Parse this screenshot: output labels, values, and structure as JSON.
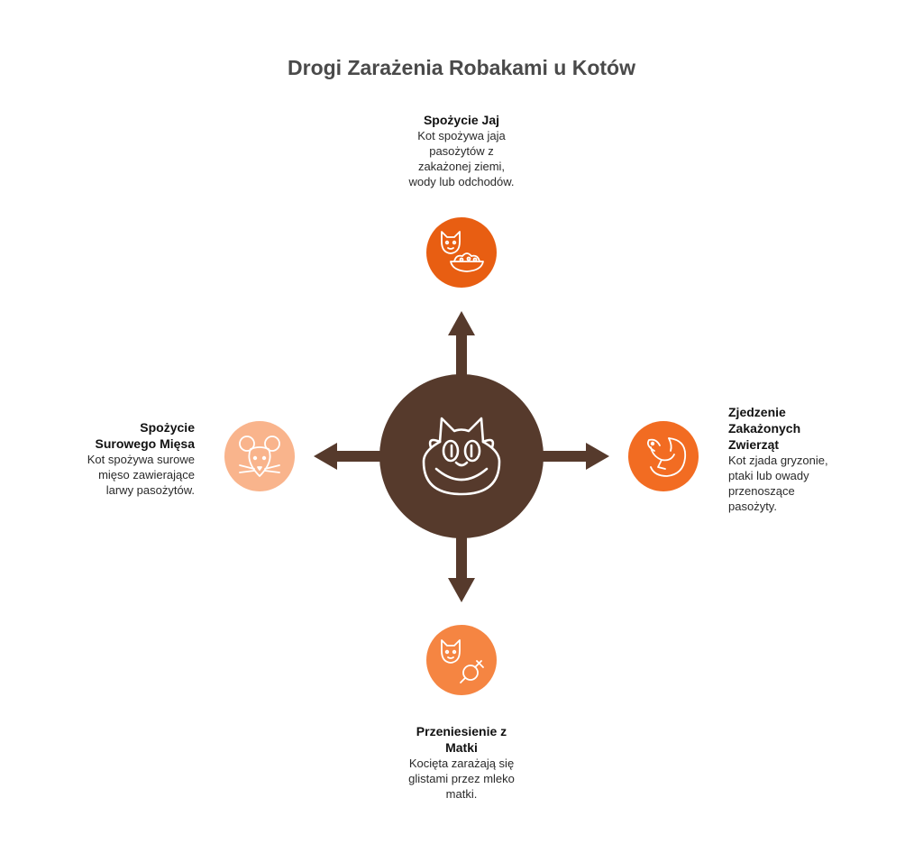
{
  "title": "Drogi Zarażenia Robakami u Kotów",
  "colors": {
    "center_circle": "#563a2c",
    "arrow": "#563a2c",
    "top_node": "#e85e12",
    "right_node": "#f26c22",
    "bottom_node": "#f58542",
    "left_node": "#f9b48c",
    "icon_stroke": "#ffffff"
  },
  "center": {
    "icon": "cat-face-icon"
  },
  "nodes": {
    "top": {
      "title": "Spożycie Jaj",
      "description_lines": [
        "Kot spożywa jaja",
        "pasożytów z",
        "zakażonej ziemi,",
        "wody lub odchodów."
      ],
      "icon": "cat-with-food-bowl-icon"
    },
    "right": {
      "title_lines": [
        "Zjedzenie",
        "Zakażonych",
        "Zwierząt"
      ],
      "description_lines": [
        "Kot zjada gryzonie,",
        "ptaki lub owady",
        "przenoszące",
        "pasożyty."
      ],
      "icon": "squirrel-icon"
    },
    "bottom": {
      "title_lines": [
        "Przeniesienie z",
        "Matki"
      ],
      "description_lines": [
        "Kocięta zarażają się",
        "glistami przez mleko",
        "matki."
      ],
      "icon": "cat-female-symbol-icon"
    },
    "left": {
      "title_lines": [
        "Spożycie",
        "Surowego Mięsa"
      ],
      "description_lines": [
        "Kot spożywa surowe",
        "mięso zawierające",
        "larwy pasożytów."
      ],
      "icon": "mouse-icon"
    }
  }
}
